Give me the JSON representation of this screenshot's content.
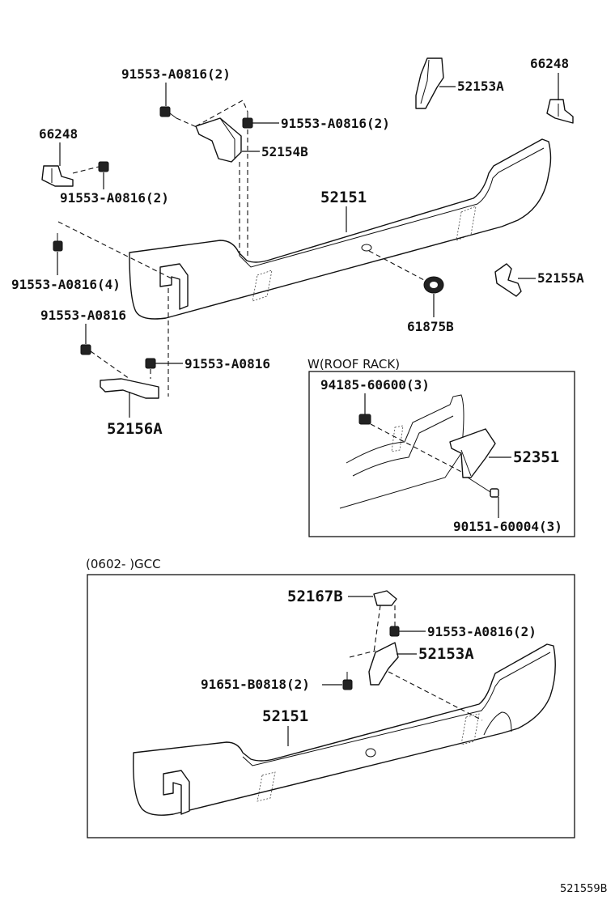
{
  "parts": {
    "bolt_a": "91553-A0816(2)",
    "bolt_b": "91553-A0816(2)",
    "stay_52154b": "52154B",
    "stay_52153a": "52153A",
    "bracket_66248_top": "66248",
    "bracket_66248_left": "66248",
    "bolt_c": "91553-A0816(2)",
    "spoiler_52151": "52151",
    "bolt_d": "91553-A0816(4)",
    "bracket_52155a": "52155A",
    "grommet_61875b": "61875B",
    "bolt_e": "91553-A0816",
    "bolt_f": "91553-A0816",
    "bracket_52156a": "52156A"
  },
  "roof_rack": {
    "caption": "W(ROOF RACK)",
    "nut": "94185-60600(3)",
    "stay": "52351",
    "screw": "90151-60004(3)"
  },
  "gcc": {
    "caption": "(0602-        )GCC",
    "clip": "52167B",
    "bolt": "91553-A0816(2)",
    "stay": "52153A",
    "bolt2": "91651-B0818(2)",
    "spoiler": "52151"
  },
  "illustration_code": "521559B"
}
